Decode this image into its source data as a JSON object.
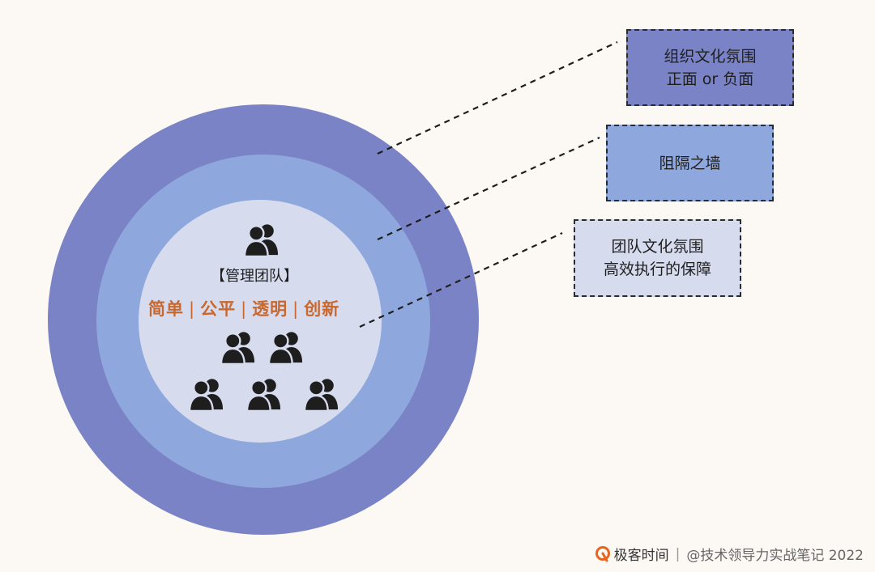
{
  "colors": {
    "background": "#fcf9f4",
    "ring_outer": "#7b83c7",
    "ring_middle": "#8ea7dc",
    "ring_inner": "#d6dbee",
    "values_accent": "#c8682e",
    "icon": "#1e1e1e",
    "logo": "#e8641e"
  },
  "core": {
    "title": "【管理团队】",
    "values": [
      "简单",
      "公平",
      "透明",
      "创新"
    ],
    "separator": "|",
    "icon": "people-icon"
  },
  "labels": {
    "outer": {
      "line1": "组织文化氛围",
      "line2": "正面 or 负面"
    },
    "middle": {
      "line1": "阻隔之墙"
    },
    "inner": {
      "line1": "团队文化氛围",
      "line2": "高效执行的保障"
    }
  },
  "footer": {
    "brand": "极客时间",
    "divider": "|",
    "credit": "@技术领导力实战笔记 2022",
    "logo_icon": "geektime-logo-icon"
  }
}
